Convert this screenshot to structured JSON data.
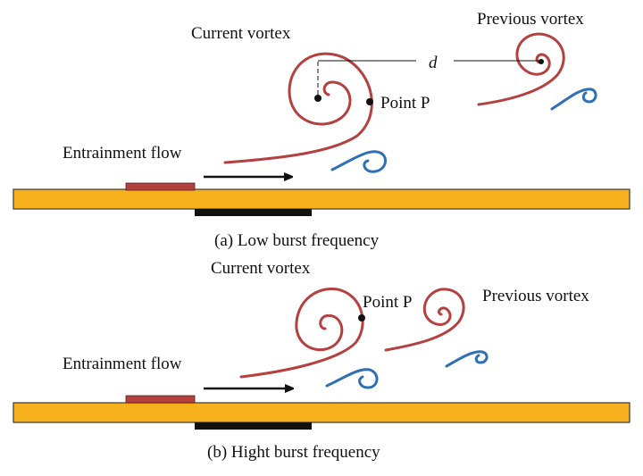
{
  "colors": {
    "plate": "#f5b01c",
    "plate_stroke": "#3a3a3a",
    "upper_electrode": "#b5413c",
    "lower_electrode": "#111111",
    "vortex_red": "#b54040",
    "vortex_blue": "#2f6fb5",
    "arrow": "#111111"
  },
  "panel_a": {
    "current_vortex_label": "Current vortex",
    "previous_vortex_label": "Previous vortex",
    "distance_label": "d",
    "point_label": "Point P",
    "entrainment_label": "Entrainment flow",
    "caption": "(a) Low burst frequency"
  },
  "panel_b": {
    "current_vortex_label": "Current vortex",
    "previous_vortex_label": "Previous vortex",
    "point_label": "Point P",
    "entrainment_label": "Entrainment flow",
    "caption": "(b) Hight burst frequency"
  },
  "icons": {
    "entrainment_arrow": "arrow-right-icon"
  }
}
